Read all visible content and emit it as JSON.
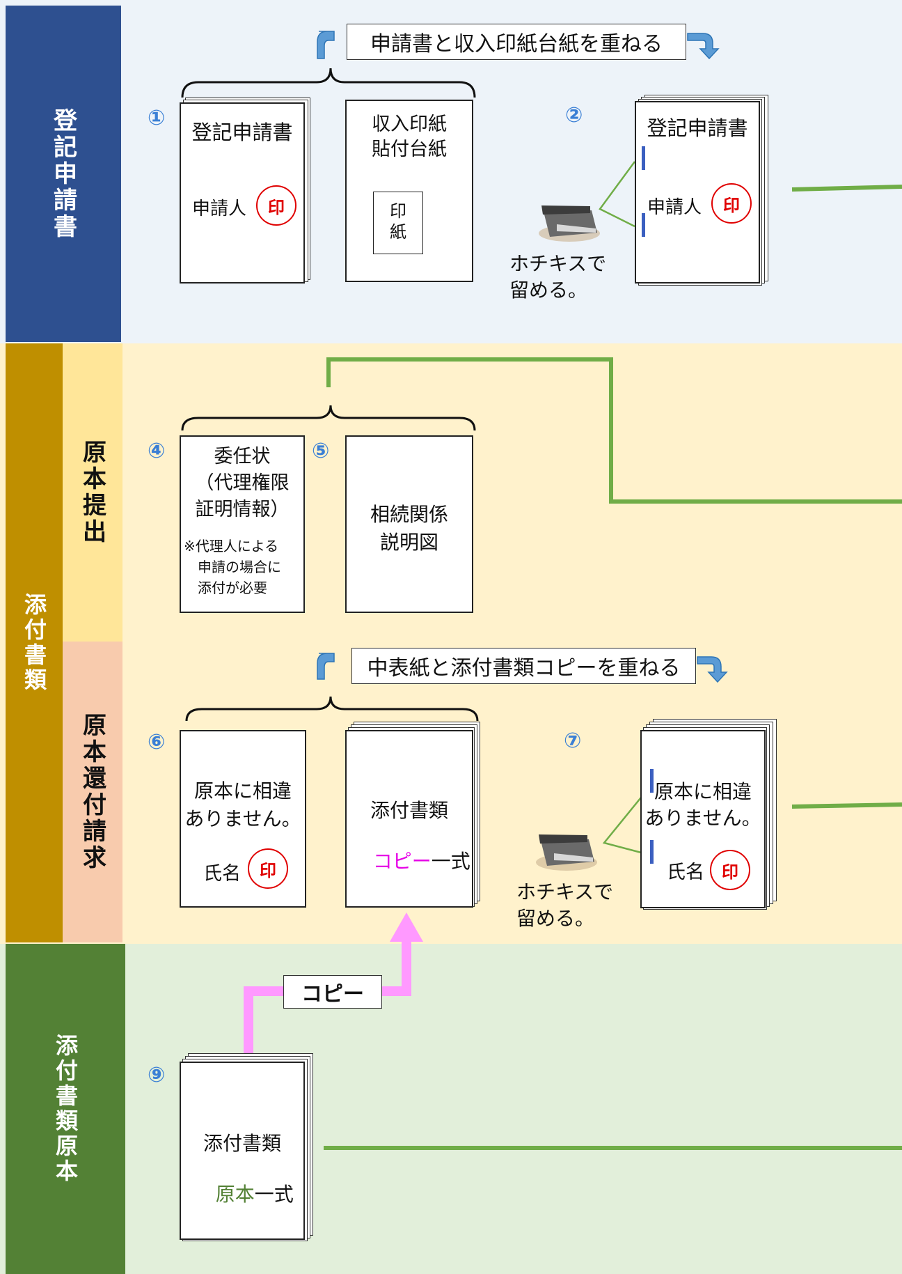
{
  "sections": {
    "application": {
      "label": "登記申請書"
    },
    "attachments": {
      "label": "添付書類"
    },
    "original_submit": {
      "label": "原本提出"
    },
    "original_return": {
      "label": "原本還付請求"
    },
    "originals": {
      "label": "添付書類原本"
    }
  },
  "callouts": {
    "stack_stamp_sheet": "申請書と収入印紙台紙を重ねる",
    "stack_cover_copies": "中表紙と添付書類コピーを重ねる",
    "copy": "コピー"
  },
  "numbers": {
    "n1": "①",
    "n2": "②",
    "n4": "④",
    "n5": "⑤",
    "n6": "⑥",
    "n7": "⑦",
    "n9": "⑨"
  },
  "docs": {
    "application_title": "登記申請書",
    "applicant": "申請人",
    "seal": "印",
    "stamp_sheet_title": "収入印紙\n貼付台紙",
    "stamp_box": "印\n紙",
    "stapled_title": "登記申請書",
    "staple_note": "ホチキスで\n留める。",
    "poa_title": "委任状\n（代理権限\n証明情報）",
    "poa_note": "※代理人による\n　申請の場合に\n　添付が必要",
    "inheritance_chart": "相続関係\n説明図",
    "certify_text": "原本に相違\nありません。",
    "name": "氏名",
    "copies_line1": "添付書類",
    "copies_word": "コピー",
    "copies_tail": "一式",
    "originals_line1": "添付書類",
    "originals_word": "原本",
    "originals_tail": "一式"
  },
  "colors": {
    "application_band": "#2e5090",
    "application_bg": "#edf3f9",
    "attachments_band": "#bf8f00",
    "submit_band": "#ffe699",
    "return_band": "#f8cbad",
    "attachments_bg": "#fff2cc",
    "originals_band": "#538135",
    "originals_bg": "#e2efda",
    "flow_line": "#70ad47",
    "copy_arrow": "#ff99ff",
    "number": "#3a7fd5"
  }
}
